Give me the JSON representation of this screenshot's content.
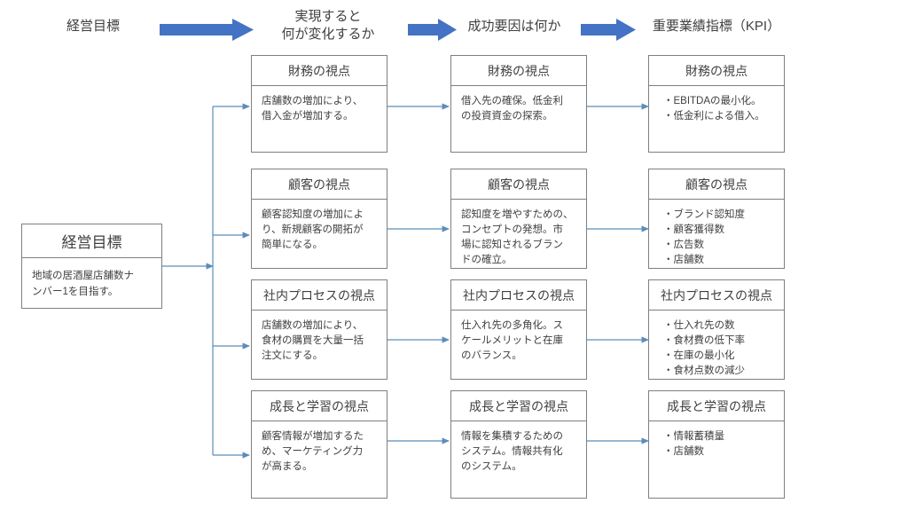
{
  "header": {
    "steps": [
      {
        "label": "経営目標",
        "name": "header-step-goal"
      },
      {
        "label": "実現すると\n何が変化するか",
        "name": "header-step-change"
      },
      {
        "label": "成功要因は何か",
        "name": "header-step-csf"
      },
      {
        "label": "重要業績指標（KPI）",
        "name": "header-step-kpi"
      }
    ],
    "arrow_icon": "right-arrow-icon",
    "arrow_color": "#4472C4"
  },
  "goal": {
    "title": "経営目標",
    "body": "地域の居酒屋店舗数ナ\nンバー1を目指す。"
  },
  "rows": [
    {
      "perspective": "財務の視点",
      "change": "店舗数の増加により、\n借入金が増加する。",
      "csf": "借入先の確保。低金利\nの投資資金の探索。",
      "kpi": [
        "・EBITDAの最小化。",
        "・低金利による借入。"
      ]
    },
    {
      "perspective": "顧客の視点",
      "change": "顧客認知度の増加によ\nり、新規顧客の開拓が\n簡単になる。",
      "csf": "認知度を増やすための、\nコンセプトの発想。市\n場に認知されるブラン\nドの確立。",
      "kpi": [
        "・ブランド認知度",
        "・顧客獲得数",
        "・広告数",
        "・店舗数"
      ]
    },
    {
      "perspective": "社内プロセスの視点",
      "change": "店舗数の増加により、\n食材の購買を大量一括\n注文にする。",
      "csf": "仕入れ先の多角化。ス\nケールメリットと在庫\nのバランス。",
      "kpi": [
        "・仕入れ先の数",
        "・食材費の低下率",
        "・在庫の最小化",
        "・食材点数の減少"
      ]
    },
    {
      "perspective": "成長と学習の視点",
      "change": "顧客情報が増加するた\nめ、マーケティング力\nが高まる。",
      "csf": "情報を集積するための\nシステム。情報共有化\nのシステム。",
      "kpi": [
        "・情報蓄積量",
        "・店舗数"
      ]
    }
  ],
  "connector": {
    "color": "#5B8DB8",
    "name": "connector-arrow"
  }
}
